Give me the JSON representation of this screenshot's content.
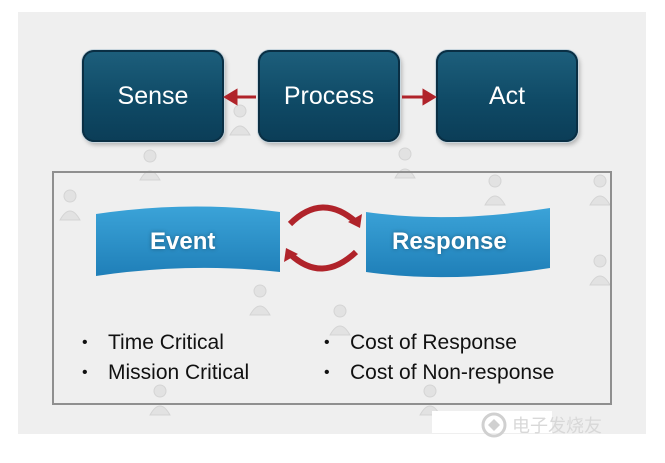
{
  "pipeline": {
    "sense": "Sense",
    "process": "Process",
    "act": "Act"
  },
  "cycle": {
    "event": "Event",
    "response": "Response"
  },
  "bullets": {
    "left": [
      "Time Critical",
      "Mission Critical"
    ],
    "right": [
      "Cost of Response",
      "Cost of Non-response"
    ],
    "marker": "•"
  },
  "watermark": {
    "text": "电子发烧友",
    "icon": "logo-icon"
  },
  "colors": {
    "box_fill": "#0f4a66",
    "arrow": "#b0232a",
    "banner": "#2a8ec8",
    "frame": "#8f8f8f"
  }
}
